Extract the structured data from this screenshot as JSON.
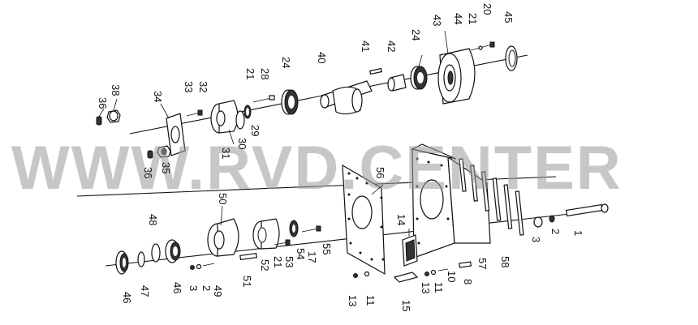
{
  "watermark": "WWW.RVD.CENTER",
  "part_labels": {
    "p1": "1",
    "p2a": "2",
    "p2b": "2",
    "p3a": "3",
    "p3b": "3",
    "p8": "8",
    "p10": "10",
    "p11a": "11",
    "p11b": "11",
    "p13a": "13",
    "p13b": "13",
    "p14": "14",
    "p15": "15",
    "p17": "17",
    "p20": "20",
    "p21a": "21",
    "p21b": "21",
    "p21c": "21",
    "p24a": "24",
    "p24b": "24",
    "p28": "28",
    "p29": "29",
    "p30": "30",
    "p31": "31",
    "p32": "32",
    "p33": "33",
    "p34": "34",
    "p35": "35",
    "p36a": "36",
    "p36b": "36",
    "p38": "38",
    "p40": "40",
    "p41": "41",
    "p42": "42",
    "p43": "43",
    "p44": "44",
    "p45": "45",
    "p46a": "46",
    "p46b": "46",
    "p47": "47",
    "p48": "48",
    "p49": "49",
    "p50": "50",
    "p51": "51",
    "p52": "52",
    "p53": "53",
    "p54": "54",
    "p55": "55",
    "p56": "56",
    "p57": "57",
    "p58": "58"
  }
}
